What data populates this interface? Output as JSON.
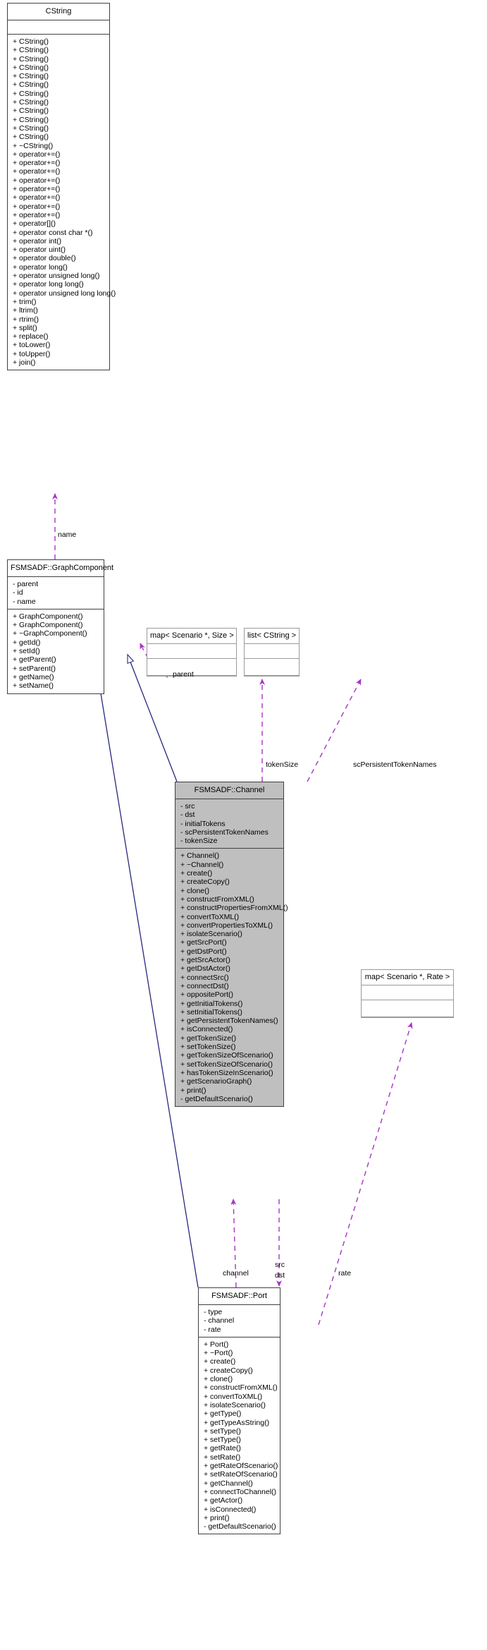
{
  "diagram": {
    "type": "uml-class-diagram",
    "title": "FSMSADF::Channel collaboration diagram",
    "colors": {
      "inheritance_edge": "#27277f",
      "usage_edge": "#a833c6",
      "highlight_fill": "#bfbfbf",
      "box_border": "#404040",
      "template_box_border": "#9a9a9a",
      "background": "#ffffff"
    }
  },
  "classes": {
    "cstring": {
      "name": "CString",
      "attributes": [],
      "methods": [
        "+ CString()",
        "+ CString()",
        "+ CString()",
        "+ CString()",
        "+ CString()",
        "+ CString()",
        "+ CString()",
        "+ CString()",
        "+ CString()",
        "+ CString()",
        "+ CString()",
        "+ CString()",
        "+ ~CString()",
        "+ operator+=()",
        "+ operator+=()",
        "+ operator+=()",
        "+ operator+=()",
        "+ operator+=()",
        "+ operator+=()",
        "+ operator+=()",
        "+ operator+=()",
        "+ operator[]()",
        "+ operator const char *()",
        "+ operator int()",
        "+ operator uint()",
        "+ operator double()",
        "+ operator long()",
        "+ operator unsigned long()",
        "+ operator long long()",
        "+ operator unsigned long long()",
        "+ trim()",
        "+ ltrim()",
        "+ rtrim()",
        "+ split()",
        "+ replace()",
        "+ toLower()",
        "+ toUpper()",
        "+ join()"
      ]
    },
    "graphcomponent": {
      "name": "FSMSADF::GraphComponent",
      "attributes": [
        "- parent",
        "- id",
        "- name"
      ],
      "methods": [
        "+ GraphComponent()",
        "+ GraphComponent()",
        "+ ~GraphComponent()",
        "+ getId()",
        "+ setId()",
        "+ getParent()",
        "+ setParent()",
        "+ getName()",
        "+ setName()"
      ]
    },
    "map_scenario_size": {
      "name": "map< Scenario *, Size >",
      "attributes": [],
      "methods": []
    },
    "list_cstring": {
      "name": "list< CString >",
      "attributes": [],
      "methods": []
    },
    "map_scenario_rate": {
      "name": "map< Scenario *, Rate >",
      "attributes": [],
      "methods": []
    },
    "channel": {
      "name": "FSMSADF::Channel",
      "attributes": [
        "- src",
        "- dst",
        "- initialTokens",
        "- scPersistentTokenNames",
        "- tokenSize"
      ],
      "methods": [
        "+ Channel()",
        "+ ~Channel()",
        "+ create()",
        "+ createCopy()",
        "+ clone()",
        "+ constructFromXML()",
        "+ constructPropertiesFromXML()",
        "+ convertToXML()",
        "+ convertPropertiesToXML()",
        "+ isolateScenario()",
        "+ getSrcPort()",
        "+ getDstPort()",
        "+ getSrcActor()",
        "+ getDstActor()",
        "+ connectSrc()",
        "+ connectDst()",
        "+ oppositePort()",
        "+ getInitialTokens()",
        "+ setInitialTokens()",
        "+ getPersistentTokenNames()",
        "+ isConnected()",
        "+ getTokenSize()",
        "+ setTokenSize()",
        "+ getTokenSizeOfScenario()",
        "+ setTokenSizeOfScenario()",
        "+ hasTokenSizeInScenario()",
        "+ getScenarioGraph()",
        "+ print()",
        "- getDefaultScenario()"
      ]
    },
    "port": {
      "name": "FSMSADF::Port",
      "attributes": [
        "- type",
        "- channel",
        "- rate"
      ],
      "methods": [
        "+ Port()",
        "+ ~Port()",
        "+ create()",
        "+ createCopy()",
        "+ clone()",
        "+ constructFromXML()",
        "+ convertToXML()",
        "+ isolateScenario()",
        "+ getType()",
        "+ getTypeAsString()",
        "+ setType()",
        "+ setType()",
        "+ getRate()",
        "+ setRate()",
        "+ getRateOfScenario()",
        "+ setRateOfScenario()",
        "+ getChannel()",
        "+ connectToChannel()",
        "+ getActor()",
        "+ isConnected()",
        "+ print()",
        "- getDefaultScenario()"
      ]
    }
  },
  "edge_labels": {
    "name": "name",
    "parent": "parent",
    "token_size": "tokenSize",
    "sc_persistent_token_names": "scPersistentTokenNames",
    "channel": "channel",
    "src": "src",
    "dst": "dst",
    "rate": "rate"
  }
}
